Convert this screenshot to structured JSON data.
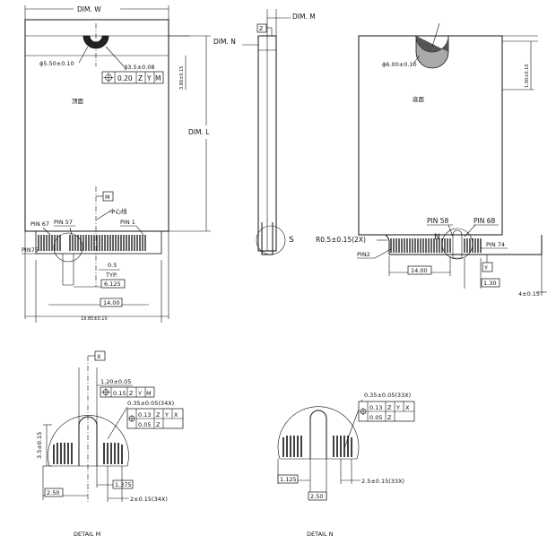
{
  "labels": {
    "dim_w": "DIM. W",
    "dim_m": "DIM. M",
    "dim_n": "DIM. N",
    "dim_l": "DIM. L",
    "datum_z": "Z",
    "datum_y": "Y",
    "datum_x": "X",
    "datum_m": "M",
    "detail_s": "S",
    "detail_n_marker": "N",
    "hole_top_dia": "ϕ5.50±0.10",
    "slot_dia": "ϕ3.5±0.08",
    "pos_tol_top": "0.20",
    "frame_z": "Z",
    "frame_y": "Y",
    "frame_m": "M",
    "dim_380": "3.80±0.15",
    "top_face": "顶面",
    "bottom_face": "底面",
    "hole_bottom_dia": "ϕ6.00±0.10",
    "dim_100": "1.00±0.10",
    "pin_67": "PIN 67",
    "pin_57": "PIN 57",
    "pin_1": "PIN 1",
    "pin_75": "PIN75",
    "center_line": "中心线",
    "pitch_05": "0.5",
    "typ": "TYP.",
    "dim_6125": "6.125",
    "dim_1400_left": "14.00",
    "dim_1985": "19.85±0.10",
    "pin_58": "PIN 58",
    "pin_68": "PIN 68",
    "pin_74": "PIN 74",
    "pin_2": "PIN2",
    "r05": "R0.5±0.15(2X)",
    "dim_1400_right": "14.00",
    "dim_130": "1.30",
    "dim_4": "4±0.15",
    "dm_120": "1.20±0.05",
    "dm_tol1": "0.15",
    "dm_035": "0.35±0.05(34X)",
    "dm_tol2": "0.13",
    "dm_tol3": "0.05",
    "dm_35": "3.5±0.15",
    "dm_1375": "1.375",
    "dm_250": "2.50",
    "dm_2": "2±0.15(34X)",
    "detail_m": "DETAIL M",
    "dn_035": "0.35±0.05(33X)",
    "dn_tol2": "0.13",
    "dn_tol3": "0.05",
    "dn_1125": "1.125",
    "dn_250": "2.50",
    "dn_25": "2.5±0.15(33X)",
    "detail_n": "DETAIL N"
  }
}
